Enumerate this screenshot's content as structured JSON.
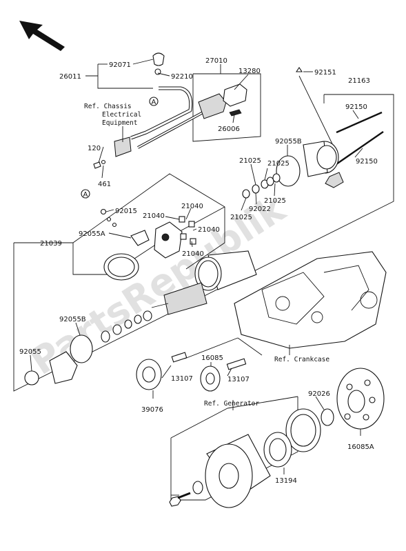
{
  "watermark": "PartsRepublik",
  "refs": {
    "chassis_electrical": [
      "Ref. Chassis",
      "Electrical",
      "Equipment"
    ],
    "crankcase": "Ref. Crankcase",
    "generator": "Ref. Generator"
  },
  "callout_marker": "A",
  "parts": {
    "p26011": "26011",
    "p92071": "92071",
    "p92210": "92210",
    "p27010": "27010",
    "p13280": "13280",
    "p26006": "26006",
    "p120": "120",
    "p461": "461",
    "p92151": "92151",
    "p21163": "21163",
    "p92150a": "92150",
    "p92150b": "92150",
    "p92055b_top": "92055B",
    "p21025a": "21025",
    "p21025b": "21025",
    "p21025c": "21025",
    "p21025d": "21025",
    "p92022": "92022",
    "p92015": "92015",
    "p21040a": "21040",
    "p21040b": "21040",
    "p21040c": "21040",
    "p21040d": "21040",
    "p92055a": "92055A",
    "p21039": "21039",
    "p92055b_bot": "92055B",
    "p92055": "92055",
    "p13107a": "13107",
    "p16085": "16085",
    "p13107b": "13107",
    "p39076": "39076",
    "p92026": "92026",
    "p16085a": "16085A",
    "p13194": "13194"
  },
  "icons": [
    "direction-arrow-icon"
  ]
}
